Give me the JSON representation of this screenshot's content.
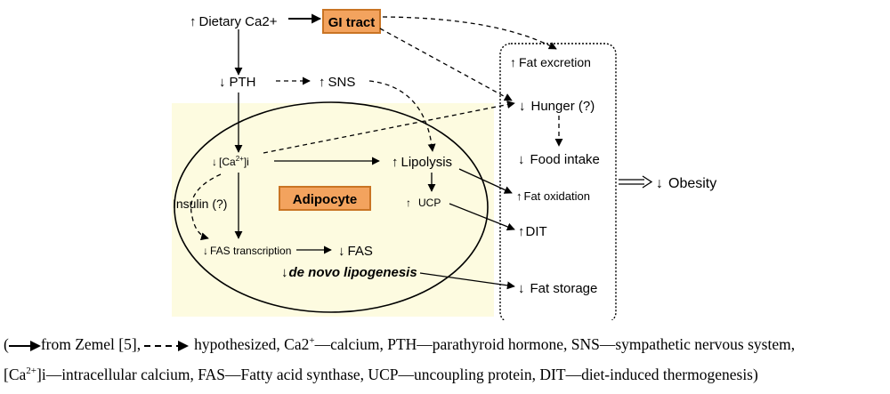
{
  "nodes": {
    "dietary": {
      "arrow": "↑",
      "text": "Dietary Ca2+"
    },
    "gi": {
      "text": "GI tract"
    },
    "pth": {
      "arrow": "↓",
      "text": "PTH"
    },
    "sns": {
      "arrow": "↑",
      "text": "SNS"
    },
    "cai": {
      "arrow": "↓",
      "text": "[Ca",
      "sup": "2+",
      "tail": "]i"
    },
    "lipolysis": {
      "arrow": "↑",
      "text": "Lipolysis"
    },
    "ucp": {
      "arrow": "↑",
      "text": "UCP"
    },
    "adipocyte": {
      "text": "Adipocyte"
    },
    "insulin": {
      "text": "Insulin (?)"
    },
    "fas_transcription": {
      "arrow": "↓",
      "text": "FAS transcription"
    },
    "fas": {
      "arrow": "↓",
      "text": "FAS"
    },
    "denovo": {
      "arrow": "↓",
      "text": "de novo lipogenesis"
    },
    "fat_excretion": {
      "arrow": "↑",
      "text": "Fat excretion"
    },
    "hunger": {
      "arrow": "↓",
      "text": "Hunger (?)"
    },
    "food_intake": {
      "arrow": "↓",
      "text": "Food intake"
    },
    "fat_oxidation": {
      "arrow": "↑",
      "text": "Fat oxidation"
    },
    "dit": {
      "arrow": "↑",
      "text": "DIT"
    },
    "fat_storage": {
      "arrow": "↓",
      "text": "Fat storage"
    },
    "obesity": {
      "arrow": "↓",
      "text": "Obesity"
    }
  },
  "colors": {
    "adipocyte_fill": "#fdfbe0",
    "box_fill": "#f3a35e",
    "box_border": "#c97424",
    "stroke": "#000000"
  },
  "legend": {
    "open": "(",
    "solid_text": "from Zemel [5],",
    "dashed_text": "hypothesized, Ca2",
    "ca_sup": "+",
    "line1_rest": "—calcium, PTH—parathyroid hormone, SNS—sympathetic nervous system,",
    "ca_open": "[Ca",
    "ca2_sup": "2+",
    "line2_rest": "]i—intracellular calcium, FAS—Fatty acid synthase, UCP—uncoupling protein, DIT—diet-induced thermogenesis)"
  }
}
